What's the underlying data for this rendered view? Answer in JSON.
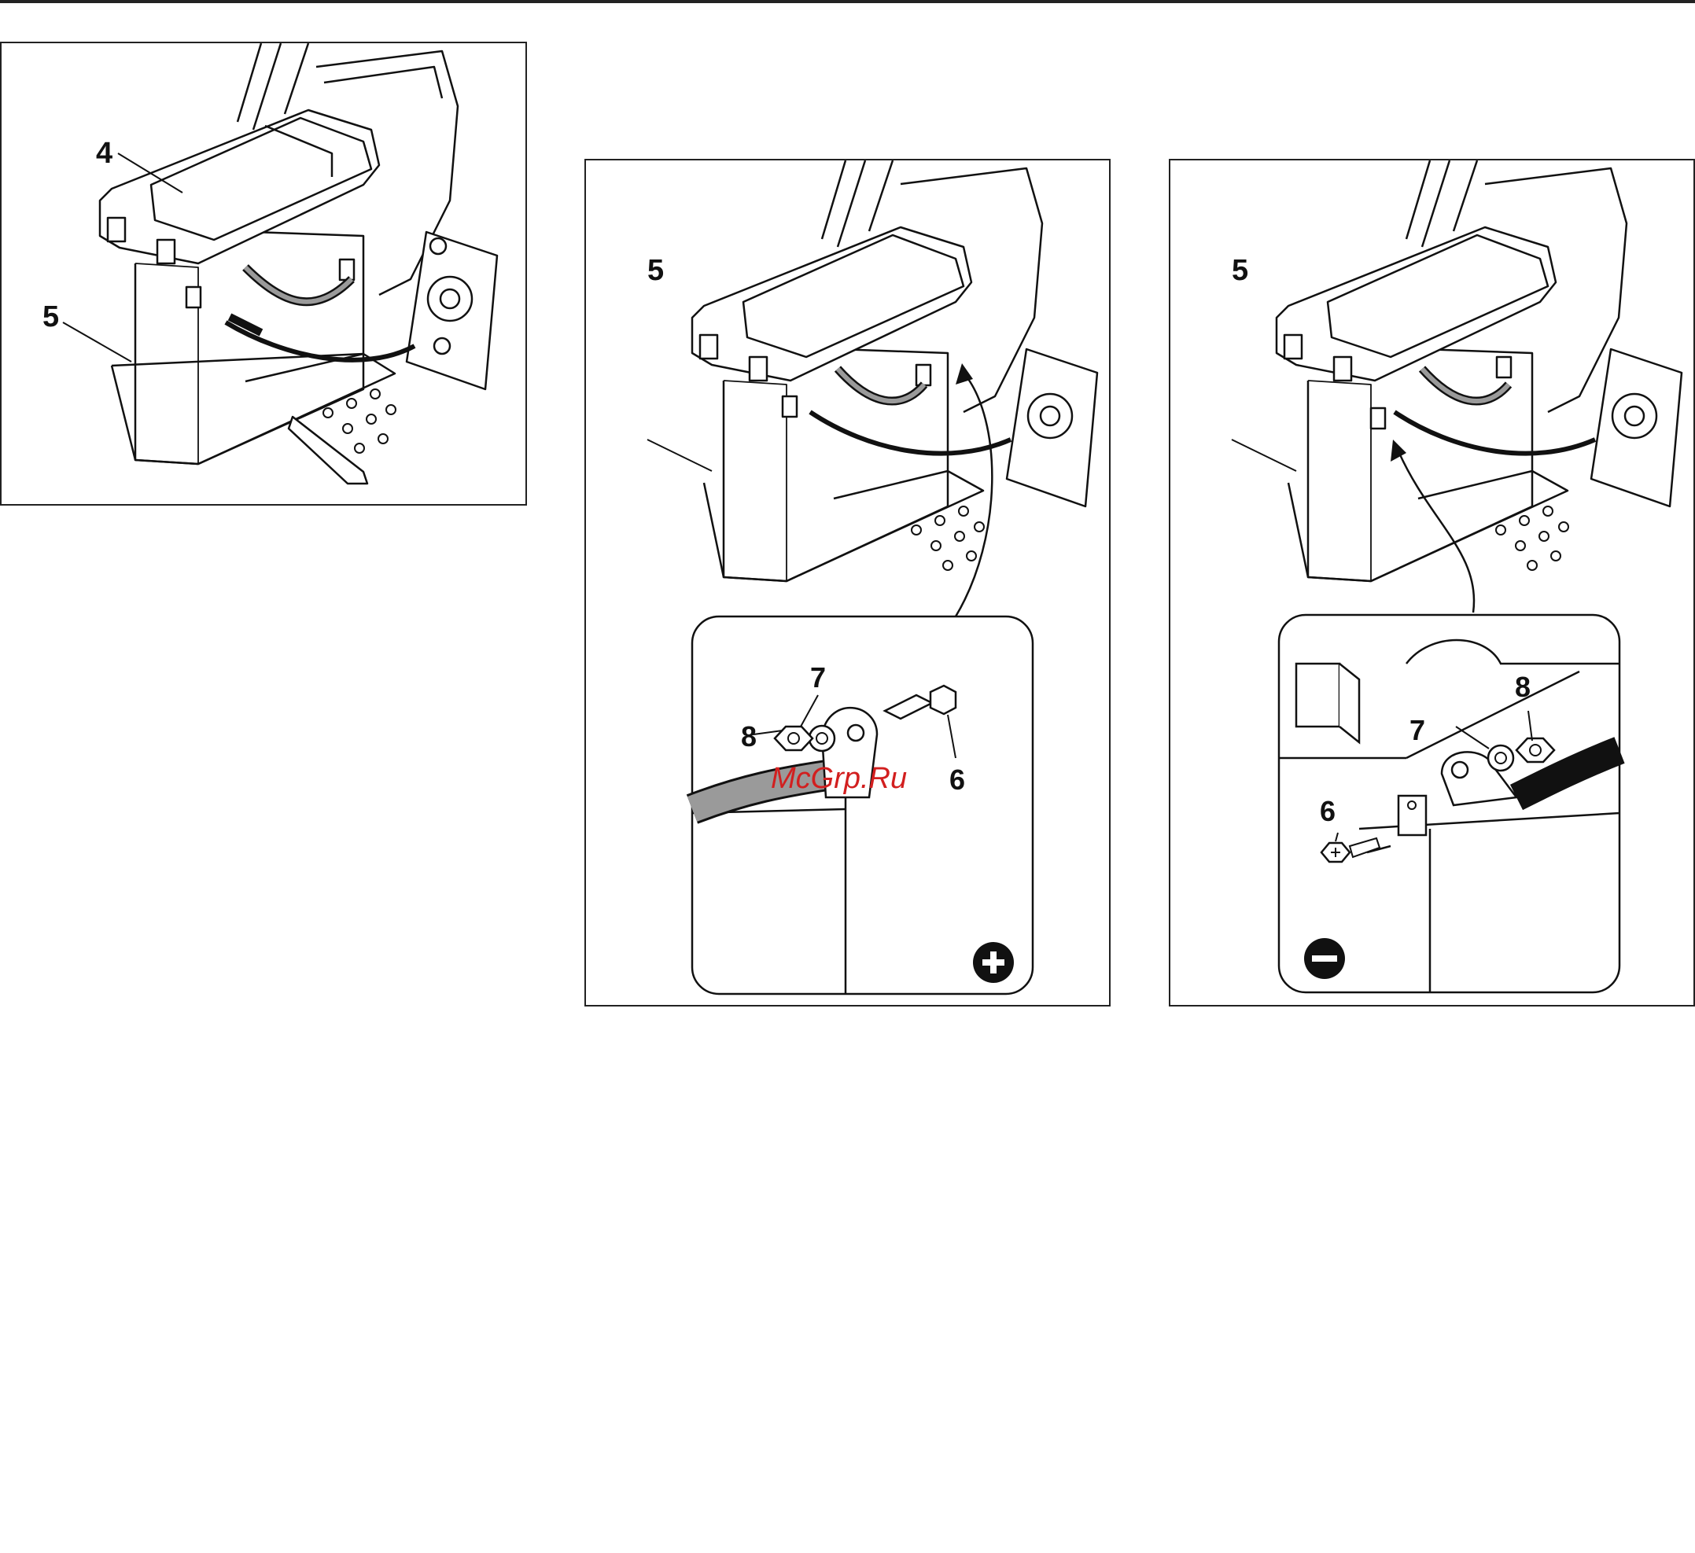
{
  "figures": [
    {
      "id": "fig-remove-cover",
      "callouts": {
        "cover": "4",
        "battery": "5"
      }
    },
    {
      "id": "fig-positive-terminal",
      "callouts": {
        "battery": "5",
        "bolt": "6",
        "washer": "7",
        "nut": "8"
      },
      "symbol_icon": "plus-circle-icon"
    },
    {
      "id": "fig-negative-terminal",
      "callouts": {
        "battery": "5",
        "bolt": "6",
        "washer": "7",
        "nut": "8"
      },
      "symbol_icon": "minus-circle-icon"
    }
  ],
  "watermark": "McGrp.Ru",
  "colors": {
    "line": "#111111",
    "cable_gray": "#9a9a9a",
    "watermark": "#d21f1f"
  }
}
